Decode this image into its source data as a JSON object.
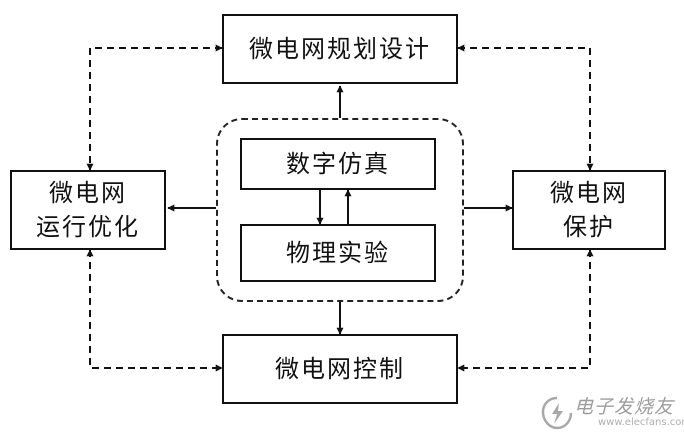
{
  "nodes": {
    "planning": "微电网规划设计",
    "optimization": "微电网\n运行优化",
    "protection": "微电网\n保护",
    "control": "微电网控制",
    "simulation": "数字仿真",
    "experiment": "物理实验"
  },
  "watermark": {
    "text": "电子发烧友",
    "url": "www.elecfans.com"
  },
  "colors": {
    "line": "#111111",
    "watermark": "#9a9a9a"
  }
}
